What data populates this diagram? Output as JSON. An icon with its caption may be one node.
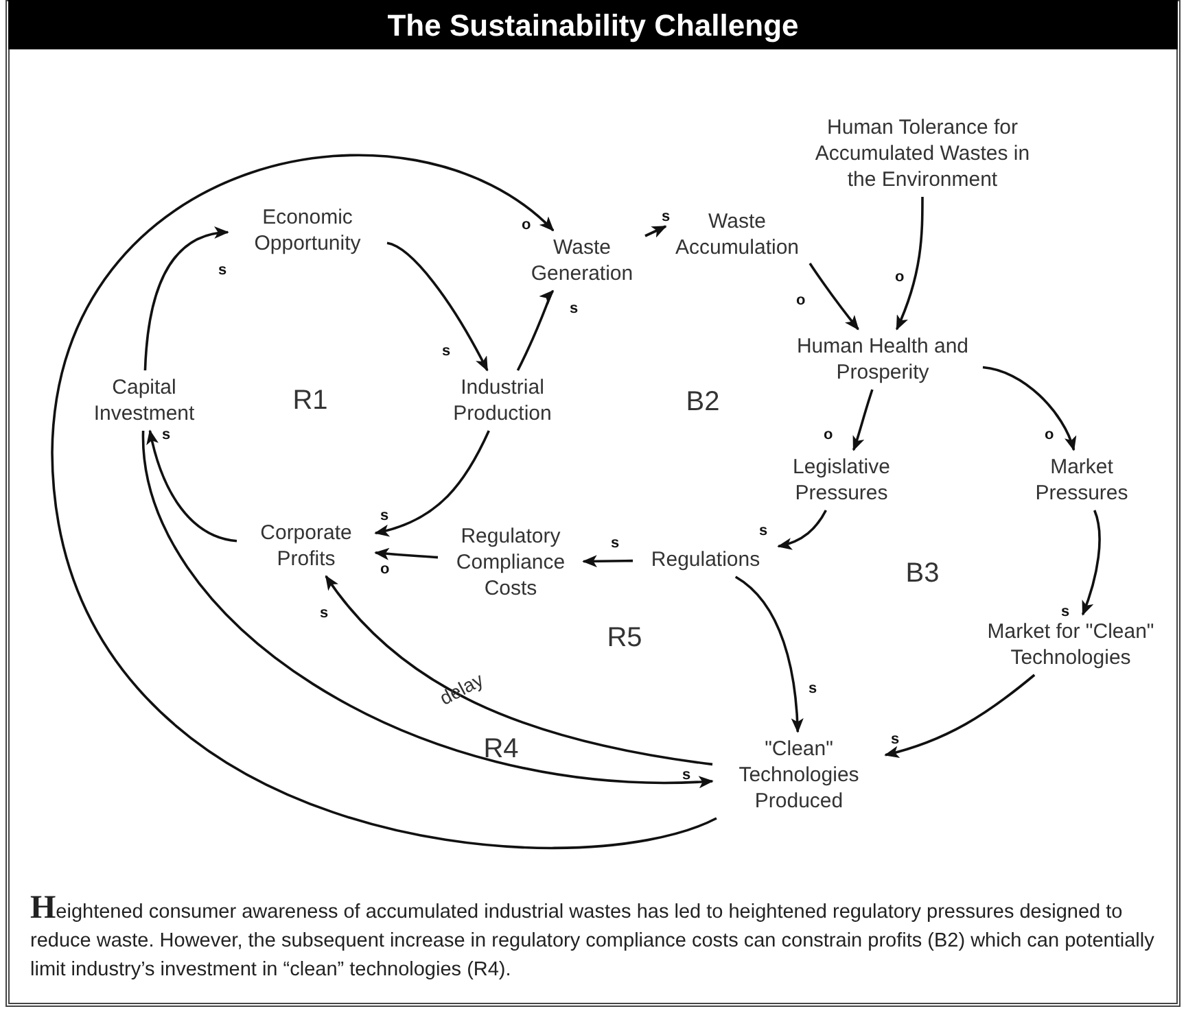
{
  "diagram": {
    "title": "The Sustainability Challenge",
    "caption": "**H**eightened consumer awareness of accumulated industrial wastes has led to heightened regulatory pressures designed to reduce waste.  However, the subsequent increase in regulatory compliance costs can constrain profits (B2) which can potentially limit industry’s investment in “clean” technologies (R4).",
    "nodes": [
      {
        "text": [
          "Economic Opportunity"
        ]
      },
      {
        "text": [
          "Waste Generation"
        ]
      },
      {
        "text": [
          "Waste Accumulation"
        ]
      },
      {
        "text": [
          "Human Tolerance for Accumulated Wastes in the Environment"
        ]
      },
      {
        "text": [
          "Capital Investment"
        ]
      },
      {
        "text": [
          "Industrial Production"
        ]
      },
      {
        "text": [
          "Human Health and Prosperity"
        ]
      },
      {
        "text": [
          "Legislative Pressures"
        ]
      },
      {
        "text": [
          "Market Pressures"
        ]
      },
      {
        "text": [
          "Corporate Profits"
        ]
      },
      {
        "text": [
          "Regulatory Compliance Costs"
        ]
      },
      {
        "text": [
          "Regulations"
        ]
      },
      {
        "text": [
          "Market for \"Clean\" Technologies"
        ]
      },
      {
        "text": [
          "\"Clean\" Technologies Produced"
        ]
      }
    ],
    "edges": [
      {
        "from": 4,
        "to": 0,
        "arrow": "to",
        "label": "s"
      },
      {
        "from": 0,
        "to": 5,
        "arrow": "to",
        "label": "s"
      },
      {
        "from": 5,
        "to": 1,
        "arrow": "to",
        "label": "s"
      },
      {
        "from": 1,
        "to": 2,
        "arrow": "to",
        "label": "s"
      },
      {
        "from": 2,
        "to": 6,
        "arrow": "to",
        "label": "o"
      },
      {
        "from": 3,
        "to": 6,
        "arrow": "to",
        "label": "o"
      },
      {
        "from": 6,
        "to": 7,
        "arrow": "to",
        "label": "o"
      },
      {
        "from": 6,
        "to": 8,
        "arrow": "to",
        "label": "o"
      },
      {
        "from": 7,
        "to": 11,
        "arrow": "to",
        "label": "s"
      },
      {
        "from": 11,
        "to": 10,
        "arrow": "to",
        "label": "s"
      },
      {
        "from": 10,
        "to": 9,
        "arrow": "to",
        "label": "o"
      },
      {
        "from": 5,
        "to": 9,
        "arrow": "to",
        "label": "s"
      },
      {
        "from": 9,
        "to": 4,
        "arrow": "to",
        "label": "s"
      },
      {
        "from": 11,
        "to": 13,
        "arrow": "to",
        "label": "s"
      },
      {
        "from": 8,
        "to": 12,
        "arrow": "to",
        "label": "s"
      },
      {
        "from": 12,
        "to": 13,
        "arrow": "to",
        "label": "s"
      },
      {
        "from": 13,
        "to": 9,
        "arrow": "to",
        "label": "s"
      },
      {
        "from": 4,
        "to": 13,
        "arrow": "to",
        "label": "s"
      },
      {
        "from": 13,
        "to": 1,
        "arrow": "to",
        "label": "o"
      }
    ],
    "labels": [
      "R1",
      "B2",
      "B3",
      "R5",
      "R4",
      "delay"
    ]
  }
}
